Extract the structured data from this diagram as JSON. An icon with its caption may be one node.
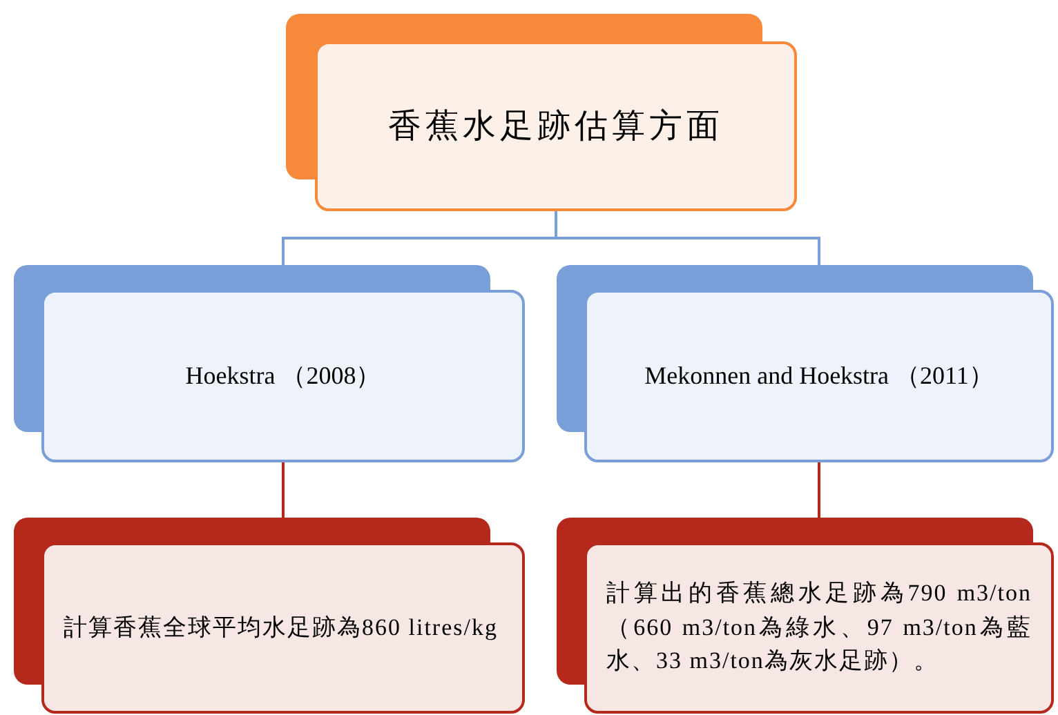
{
  "diagram": {
    "nodes": [
      {
        "text": [
          "香蕉水足跡估算方面"
        ]
      },
      {
        "text": [
          "Hoekstra （2008）"
        ]
      },
      {
        "text": [
          "Mekonnen and Hoekstra （2011）"
        ]
      },
      {
        "text": [
          "計算香蕉全球平均水足跡為860 litres/kg"
        ]
      },
      {
        "text": [
          "計算出的香蕉總水足跡為790 m3/ton （660 m3/ton為綠水、97 m3/ton為藍水、33 m3/ton為灰水足跡）。"
        ]
      }
    ],
    "edges": [
      {
        "from": 0,
        "to": 1,
        "arrow": "none",
        "color": "#7a9fd8"
      },
      {
        "from": 0,
        "to": 2,
        "arrow": "none",
        "color": "#7a9fd8"
      },
      {
        "from": 1,
        "to": 3,
        "arrow": "none",
        "color": "#b5281c"
      },
      {
        "from": 2,
        "to": 4,
        "arrow": "none",
        "color": "#b5281c"
      }
    ]
  }
}
